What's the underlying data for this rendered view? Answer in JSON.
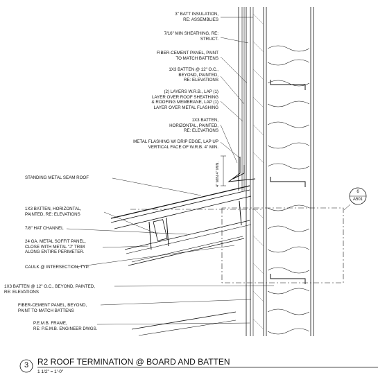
{
  "notes_right_aligned": [
    {
      "id": "batt-insulation",
      "text": "3\" BATT INSULATION,\nRE: ASSEMBLIES"
    },
    {
      "id": "sheathing",
      "text": "7/16\" MIN SHEATHING, RE:\nSTRUCT."
    },
    {
      "id": "fiber-cement-panel",
      "text": "FIBER-CEMENT PANEL, PAINT\nTO MATCH BATTENS"
    },
    {
      "id": "batten-vertical",
      "text": "1x3 BATTEN @ 12\" O.C.,\nBEYOND, PAINTED,\nRE: ELEVATIONS"
    },
    {
      "id": "wrb-layers",
      "text": "(2) LAYERS W.R.B., LAP (1)\nLAYER OVER ROOF SHEATHING\n& ROOFING MEMBRANE, LAP (1)\nLAYER OVER METAL FLASHING"
    },
    {
      "id": "batten-horizontal-upper",
      "text": "1x3 BATTEN,\nHORIZONTAL, PAINTED,\nRE: ELEVATIONS"
    },
    {
      "id": "metal-flashing",
      "text": "METAL FLASHING W/ DRIP EDGE, LAP UP\nVERTICAL FACE OF W.R.B. 4\" MIN."
    }
  ],
  "notes_left_aligned": [
    {
      "id": "standing-seam-roof",
      "text": "STANDING METAL SEAM ROOF"
    },
    {
      "id": "batten-horizontal-lower",
      "text": "1x3 BATTEN, HORIZONTAL,\nPAINTED, RE: ELEVATIONS"
    },
    {
      "id": "hat-channel",
      "text": "7/8\" HAT CHANNEL"
    },
    {
      "id": "soffit-panel",
      "text": "24 GA. METAL SOFFIT PANEL,\nCLOSE WITH METAL \"J\" TRIM\nALONG ENTIRE PERIMETER."
    },
    {
      "id": "caulk",
      "text": "CAULK @ INTERSECTION, TYP."
    },
    {
      "id": "batten-beyond",
      "text": "1x3 BATTEN @ 12\" O.C., BEYOND, PAINTED,\nRE: ELEVATIONS"
    },
    {
      "id": "fiber-cement-beyond",
      "text": "FIBER-CEMENT PANEL, BEYOND,\nPAINT TO MATCH BATTENS"
    },
    {
      "id": "pemb-frame",
      "text": "P.E.M.B. FRAME,\nRE: P.E.M.B. ENGINEER DWGS."
    }
  ],
  "dimension_label": "4\" MIN.4\" MIN.",
  "section_callout": {
    "number": "6",
    "sheet": "A501"
  },
  "title_block": {
    "detail_number": "3",
    "title": "R2 ROOF TERMINATION @ BOARD AND BATTEN",
    "scale": "1 1/2\" = 1'-0\""
  },
  "colors": {
    "ink": "#111111",
    "hatch": "#555555",
    "paper": "#ffffff"
  }
}
